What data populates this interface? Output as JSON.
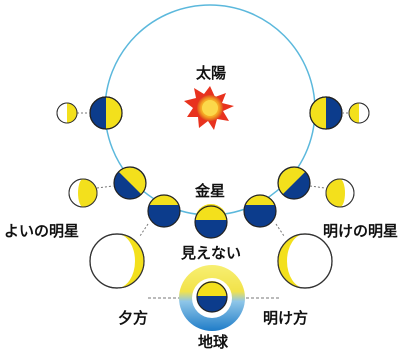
{
  "labels": {
    "sun": "太陽",
    "venus": "金星",
    "invisible": "見えない",
    "evening_star": "よいの明星",
    "morning_star": "明けの明星",
    "evening": "夕方",
    "morning": "明け方",
    "earth": "地球"
  },
  "colors": {
    "orbit": "#5bb8dc",
    "venus_lit": "#f3e01c",
    "venus_dark": "#0c3c8c",
    "sun_outer": "#e8321e",
    "sun_inner": "#f7c12a",
    "earth_top": "#f5ea5a",
    "earth_bottom": "#2a86cf"
  }
}
